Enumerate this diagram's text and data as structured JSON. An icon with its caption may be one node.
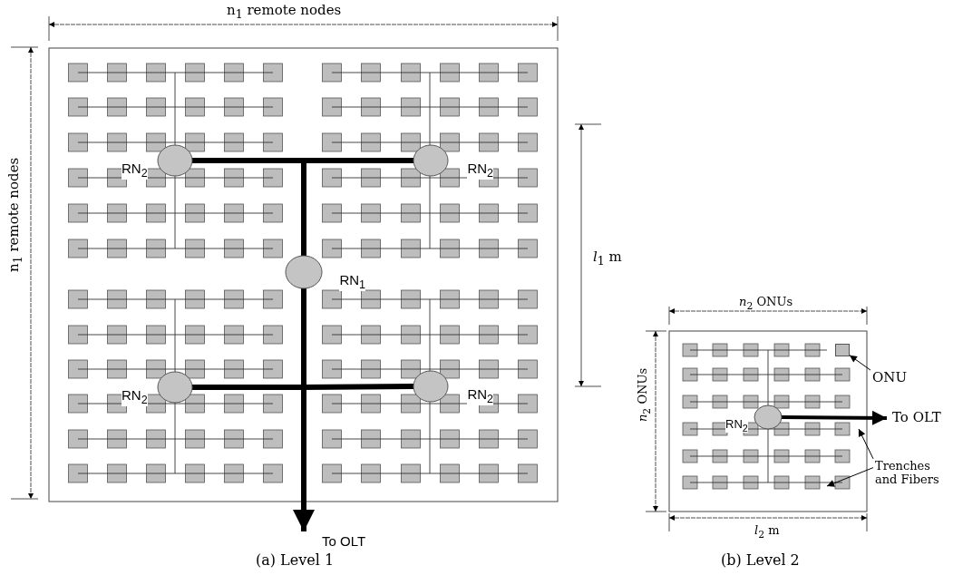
{
  "diagram": {
    "nodes": [
      {
        "text": [
          "RN$_{2}$"
        ]
      },
      {
        "text": [
          "RN$_{2}$"
        ]
      },
      {
        "text": [
          "RN$_{1}$"
        ]
      },
      {
        "text": [
          "RN$_{2}$"
        ]
      },
      {
        "text": [
          "RN$_{2}$"
        ]
      },
      {
        "text": [
          "To OLT"
        ]
      },
      {
        "text": [
          "RN$_{2}$"
        ]
      },
      {
        "text": [
          "To OLT"
        ]
      },
      {
        "text": [
          "ONU"
        ]
      },
      {
        "text": [],
        "shape": "box"
      },
      {
        "text": [
          "Trenches and Fibers"
        ]
      }
    ],
    "edges": [
      {
        "from": 0,
        "to": 2,
        "arrow": "none"
      },
      {
        "from": 1,
        "to": 2,
        "arrow": "none"
      },
      {
        "from": 3,
        "to": 2,
        "arrow": "none"
      },
      {
        "from": 4,
        "to": 2,
        "arrow": "none"
      },
      {
        "from": 2,
        "to": 5,
        "arrow": "to"
      },
      {
        "from": 6,
        "to": 7,
        "arrow": "to"
      },
      {
        "from": 8,
        "to": 9,
        "arrow": "to"
      },
      {
        "from": 10,
        "to": null,
        "arrow": "to"
      },
      {
        "from": 10,
        "to": null,
        "arrow": "to"
      }
    ],
    "labels": [
      "n$_{1}$ remote nodes",
      "n$_{1}$ remote nodes",
      "*l*$_{1}$ m",
      "(a) Level 1",
      "*n*$_{2}$ ONUs",
      "*n*$_{2}$ ONUs",
      "*l*$_{2}$ m",
      "(b) Level 2"
    ]
  }
}
